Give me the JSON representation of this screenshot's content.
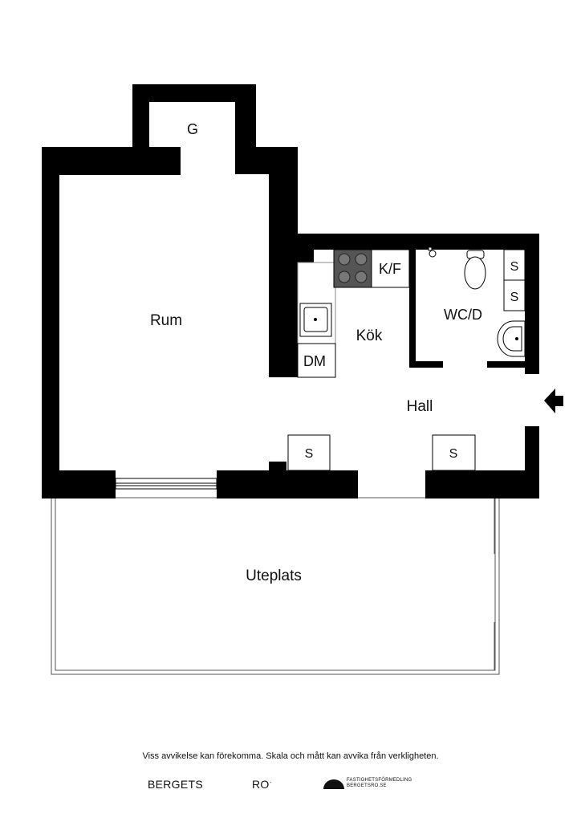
{
  "rooms": {
    "g": "G",
    "rum": "Rum",
    "kok": "Kök",
    "kf": "K/F",
    "dm": "DM",
    "wcd": "WC/D",
    "hall": "Hall",
    "uteplats": "Uteplats",
    "storage_label": "S"
  },
  "footer": {
    "disclaimer": "Viss avvikelse kan förekomma. Skala och mått kan avvika från verkligheten.",
    "brand_left": "BERGETS",
    "brand_right": "RO",
    "brand_mark": "·",
    "agency_line1": "FASTIGHETSFÖRMEDLING",
    "agency_line2": "BERGETSRO.SE"
  }
}
